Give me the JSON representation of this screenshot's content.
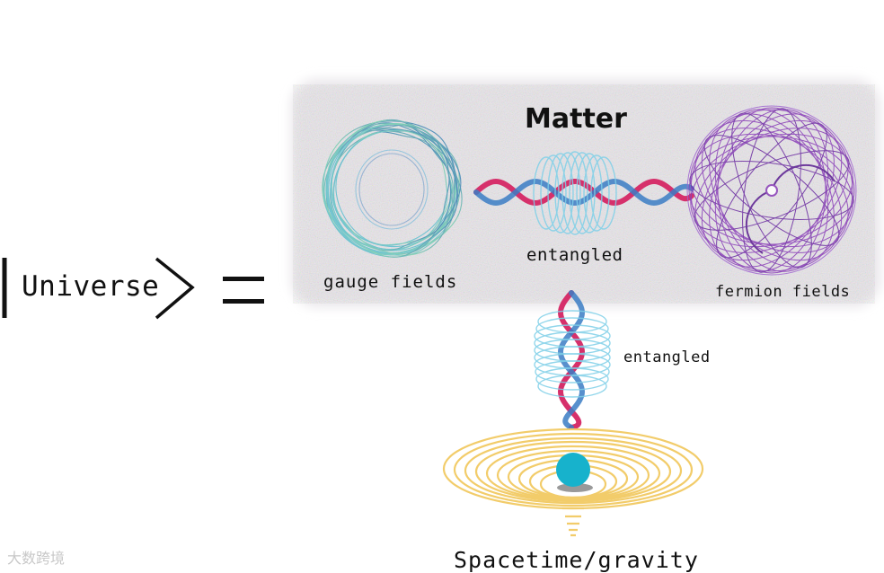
{
  "equation": {
    "ket_label": "Universe"
  },
  "matter_panel": {
    "title": "Matter",
    "gauge_label": "gauge fields",
    "fermion_label": "fermion fields",
    "entangled_horizontal_label": "entangled"
  },
  "vertical_link": {
    "entangled_vertical_label": "entangled"
  },
  "spacetime": {
    "label": "Spacetime/gravity"
  },
  "watermark": {
    "text": "大数跨境"
  },
  "colors": {
    "helix_pink": "#d6306b",
    "helix_blue": "#3b7dc4",
    "coil_cyan": "#7fd0e8",
    "fermion_purple": "#8a3fb8",
    "gauge_blue": "#3f7fc0",
    "gauge_green": "#7ccca0",
    "well_gold": "#f2cc6a",
    "ball_teal": "#17b2cc"
  }
}
